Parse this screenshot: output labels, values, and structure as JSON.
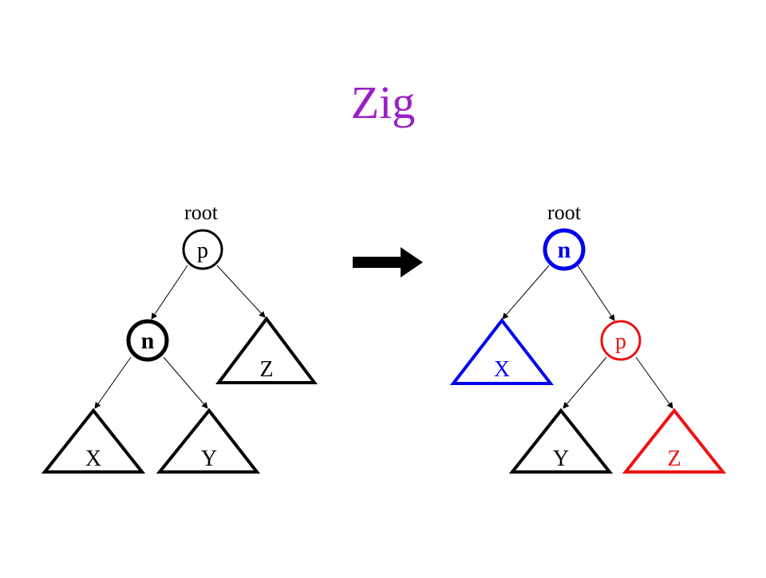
{
  "title": "Zig",
  "colors": {
    "title": "#9b1fc8",
    "black": "#000000",
    "blue": "#0000ee",
    "red": "#ee1111"
  },
  "before": {
    "root_label": "root",
    "parent_node": "p",
    "target_node": "n",
    "subtree_x": "X",
    "subtree_y": "Y",
    "subtree_z": "Z"
  },
  "after": {
    "root_label": "root",
    "target_node": "n",
    "parent_node": "p",
    "subtree_x": "X",
    "subtree_y": "Y",
    "subtree_z": "Z"
  }
}
